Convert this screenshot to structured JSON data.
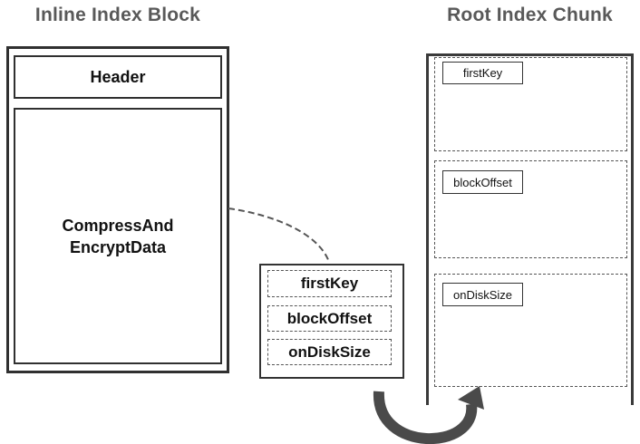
{
  "diagram": {
    "left_block": {
      "title": "Inline Index Block",
      "header_label": "Header",
      "body_line1": "CompressAnd",
      "body_line2": "EncryptData"
    },
    "index_entry": {
      "fields": [
        "firstKey",
        "blockOffset",
        "onDiskSize"
      ]
    },
    "root_chunk": {
      "title": "Root Index Chunk",
      "fields": [
        "firstKey",
        "blockOffset",
        "onDiskSize"
      ]
    },
    "colors": {
      "title_text": "#595959",
      "box_border": "#303030",
      "dashed_border": "#555555",
      "arrow": "#4a4a4a"
    }
  }
}
